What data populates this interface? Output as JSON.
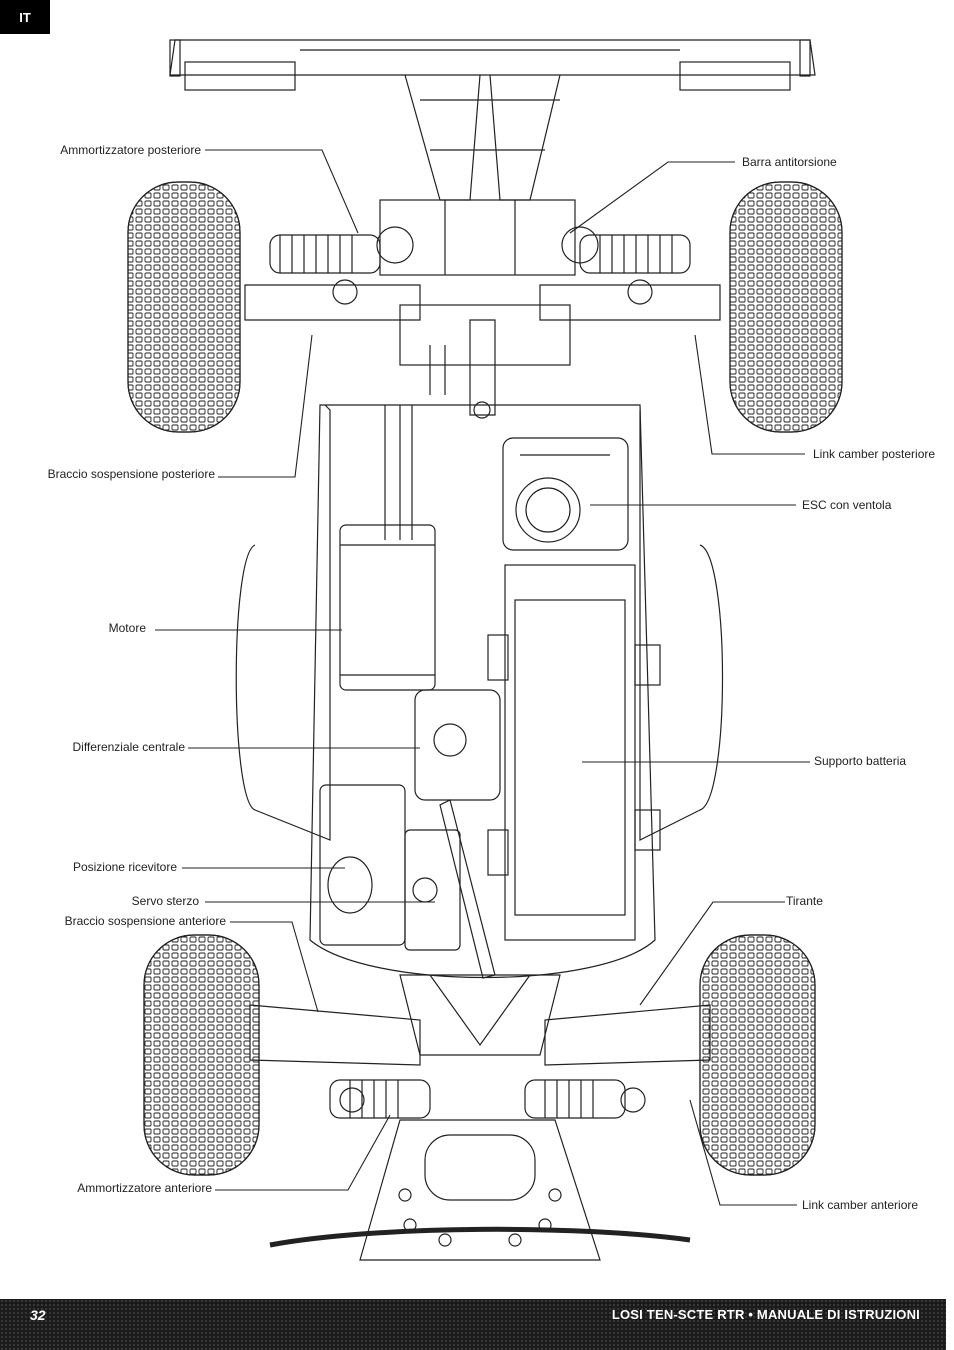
{
  "lang_tab": "IT",
  "labels": {
    "rear_shock": "Ammortizzatore posteriore",
    "sway_bar": "Barra antitorsione",
    "rear_arm": "Braccio sospensione posteriore",
    "rear_camber_link": "Link camber posteriore",
    "esc": "ESC con ventola",
    "motor": "Motore",
    "center_diff": "Differenziale centrale",
    "battery_tray": "Supporto batteria",
    "receiver": "Posizione ricevitore",
    "steering_servo": "Servo sterzo",
    "front_arm": "Braccio sospensione anteriore",
    "tie_rod": "Tirante",
    "front_shock": "Ammortizzatore anteriore",
    "front_camber_link": "Link camber anteriore"
  },
  "footer": {
    "page_number": "32",
    "title": "LOSI TEN-SCTE RTR • MANUALE DI ISTRUZIONI"
  }
}
